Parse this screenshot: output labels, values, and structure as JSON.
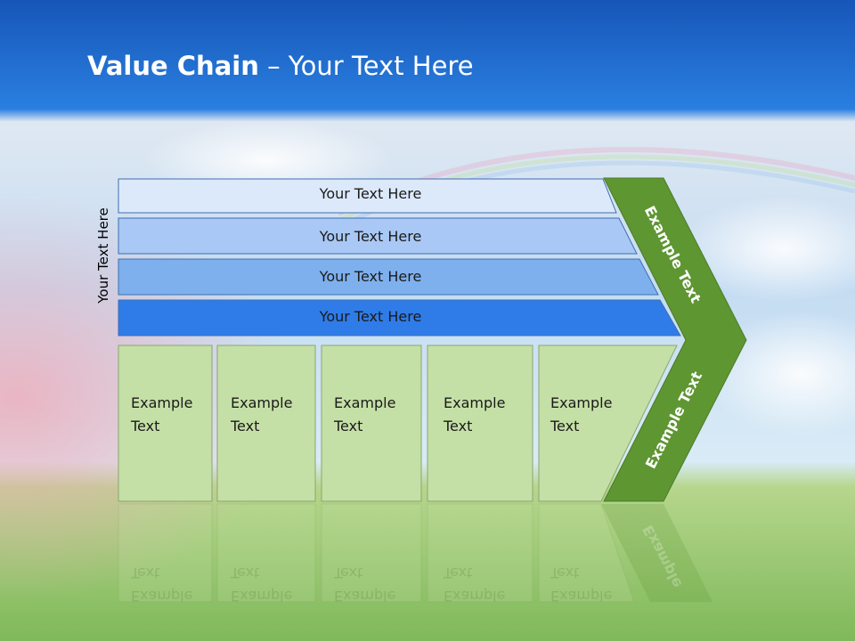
{
  "title": {
    "bold": "Value Chain",
    "rest": " – Your Text Here"
  },
  "side_label": "Your Text Here",
  "bars": [
    {
      "label": "Your Text Here",
      "fill": "#dce9fb"
    },
    {
      "label": "Your Text Here",
      "fill": "#a9c8f5"
    },
    {
      "label": "Your Text Here",
      "fill": "#7fb0ee"
    },
    {
      "label": "Your Text Here",
      "fill": "#2f7ce8"
    }
  ],
  "boxes": [
    {
      "line1": "Example",
      "line2": "Text"
    },
    {
      "line1": "Example",
      "line2": "Text"
    },
    {
      "line1": "Example",
      "line2": "Text"
    },
    {
      "line1": "Example",
      "line2": "Text"
    },
    {
      "line1": "Example",
      "line2": "Text"
    }
  ],
  "arrow": {
    "upper_label": "Example Text",
    "lower_label": "Example Text",
    "reflection_label": "Example"
  },
  "colors": {
    "box_fill": "#c5e0a6",
    "box_stroke": "#8aa66e",
    "arrow_fill": "#5e9632",
    "sky_top": "#1565c9",
    "grass": "#78b44a"
  }
}
